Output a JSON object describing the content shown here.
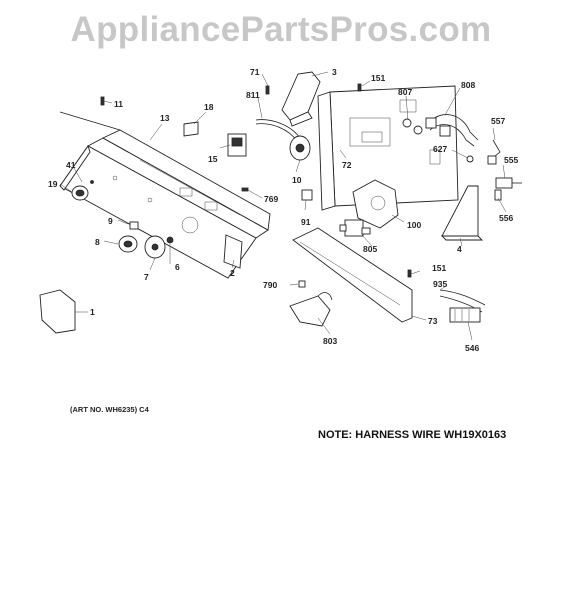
{
  "watermark": "AppliancePartsPros.com",
  "art_number": "(ART NO. WH6235) C4",
  "note": "NOTE: HARNESS WIRE WH19X0163",
  "callouts": [
    "71",
    "3",
    "151",
    "811",
    "807",
    "808",
    "11",
    "18",
    "557",
    "13",
    "627",
    "555",
    "15",
    "72",
    "10",
    "41",
    "19",
    "769",
    "556",
    "91",
    "100",
    "9",
    "4",
    "805",
    "8",
    "6",
    "7",
    "2",
    "151",
    "790",
    "935",
    "1",
    "73",
    "803",
    "546"
  ]
}
